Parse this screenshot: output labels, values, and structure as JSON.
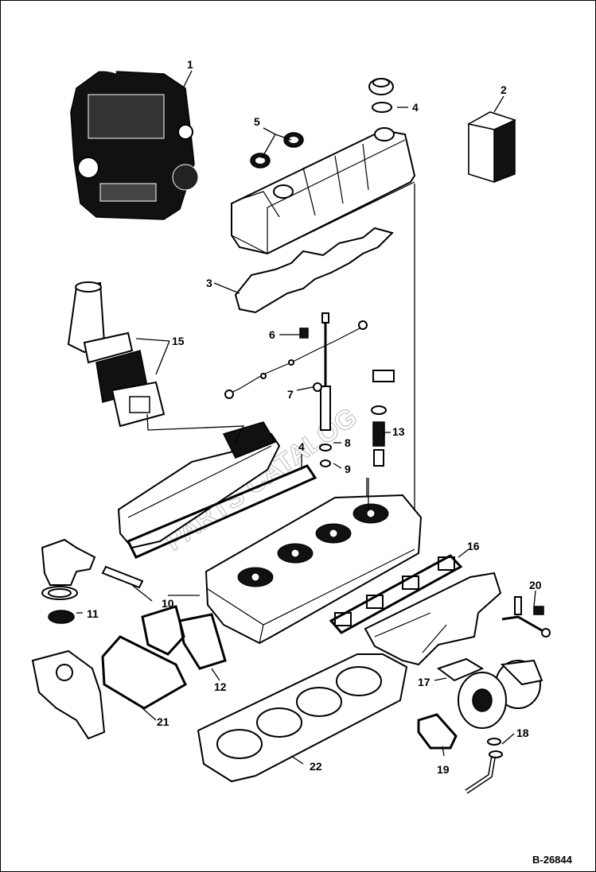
{
  "diagram": {
    "reference": "B-26844",
    "callouts": [
      {
        "id": "c1",
        "label": "1"
      },
      {
        "id": "c2",
        "label": "2"
      },
      {
        "id": "c3",
        "label": "3"
      },
      {
        "id": "c4a",
        "label": "4"
      },
      {
        "id": "c4b",
        "label": "4"
      },
      {
        "id": "c5",
        "label": "5"
      },
      {
        "id": "c6",
        "label": "6"
      },
      {
        "id": "c7",
        "label": "7"
      },
      {
        "id": "c8",
        "label": "8"
      },
      {
        "id": "c9",
        "label": "9"
      },
      {
        "id": "c10",
        "label": "10"
      },
      {
        "id": "c11",
        "label": "11"
      },
      {
        "id": "c12",
        "label": "12"
      },
      {
        "id": "c13",
        "label": "13"
      },
      {
        "id": "c15",
        "label": "15"
      },
      {
        "id": "c16",
        "label": "16"
      },
      {
        "id": "c17",
        "label": "17"
      },
      {
        "id": "c18",
        "label": "18"
      },
      {
        "id": "c19",
        "label": "19"
      },
      {
        "id": "c20",
        "label": "20"
      },
      {
        "id": "c21",
        "label": "21"
      },
      {
        "id": "c22",
        "label": "22"
      }
    ]
  }
}
